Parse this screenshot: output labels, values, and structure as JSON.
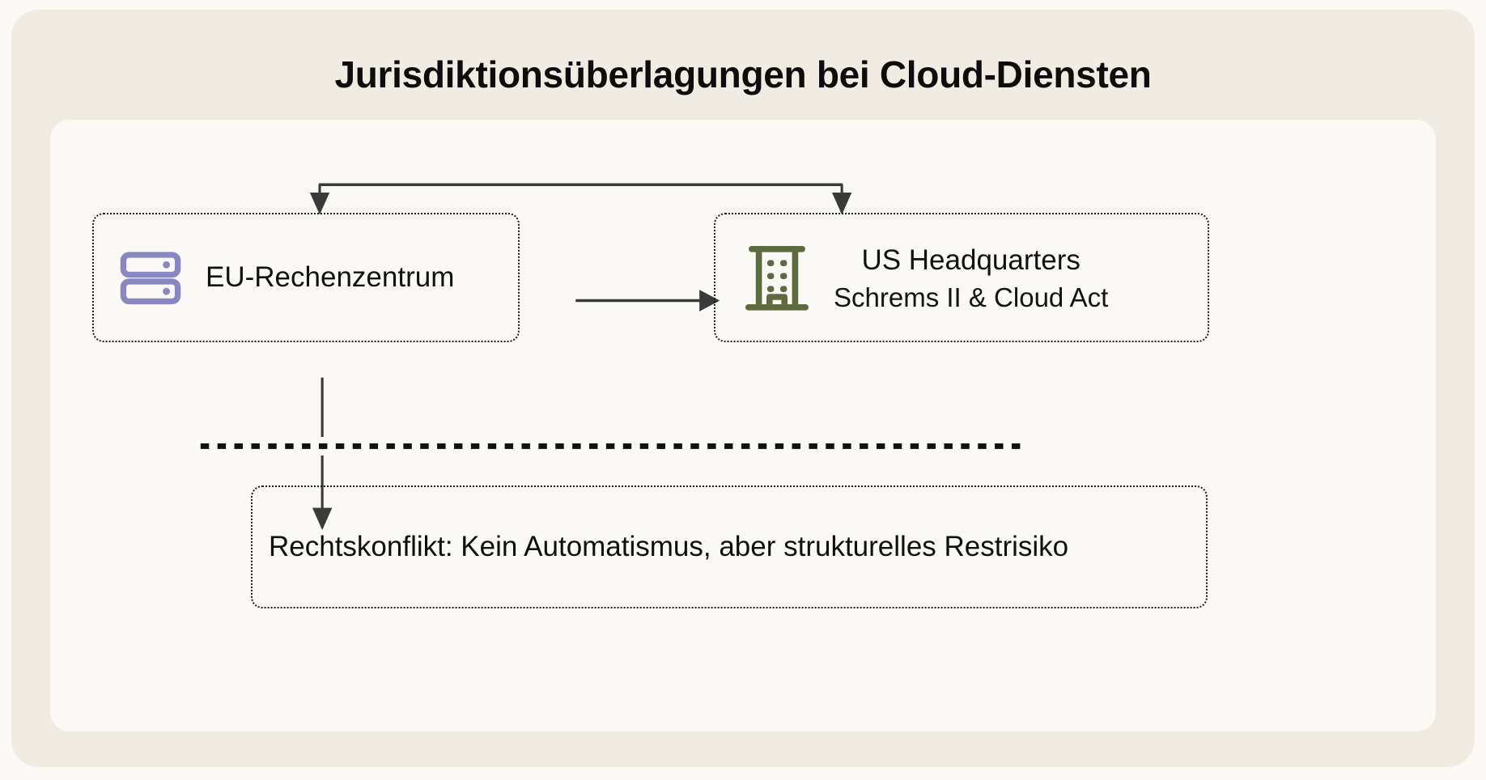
{
  "page": {
    "background_color": "#fbf9f5",
    "card_color": "#f0ebe3",
    "panel_color": "#faf9f6"
  },
  "header": {
    "title": "Jurisdiktionsüberlagungen bei Cloud-Diensten"
  },
  "diagram": {
    "type": "flow-diagram",
    "nodes": [
      {
        "id": "eu-datacenter",
        "label": "EU-Rechenzentrum",
        "icon": "server-icon",
        "icon_color": "#8a86c2",
        "border_style": "dotted"
      },
      {
        "id": "us-headquarters",
        "label": "US Headquarters",
        "sublabel": "Schrems II & Cloud Act",
        "icon": "building-icon",
        "icon_color": "#5d6b3f",
        "border_style": "dotted"
      },
      {
        "id": "legal-conflict",
        "label": "Rechtskonflikt: Kein Automatismus, aber strukturelles Restrisiko",
        "border_style": "dotted"
      }
    ],
    "connectors": [
      {
        "id": "bracket-split",
        "from": "top",
        "to": [
          "eu-datacenter",
          "us-headquarters"
        ],
        "style": "solid-arrow",
        "color": "#3a3a3a"
      },
      {
        "id": "eu-to-us",
        "from": "eu-datacenter",
        "to": "us-headquarters",
        "style": "solid-arrow",
        "color": "#3a3a3a"
      },
      {
        "id": "eu-to-conflict",
        "from": "eu-datacenter",
        "to": "legal-conflict",
        "style": "solid-arrow",
        "color": "#3a3a3a"
      }
    ],
    "divider": {
      "id": "jurisdiction-divider",
      "style": "dashed",
      "color": "#111111"
    }
  }
}
